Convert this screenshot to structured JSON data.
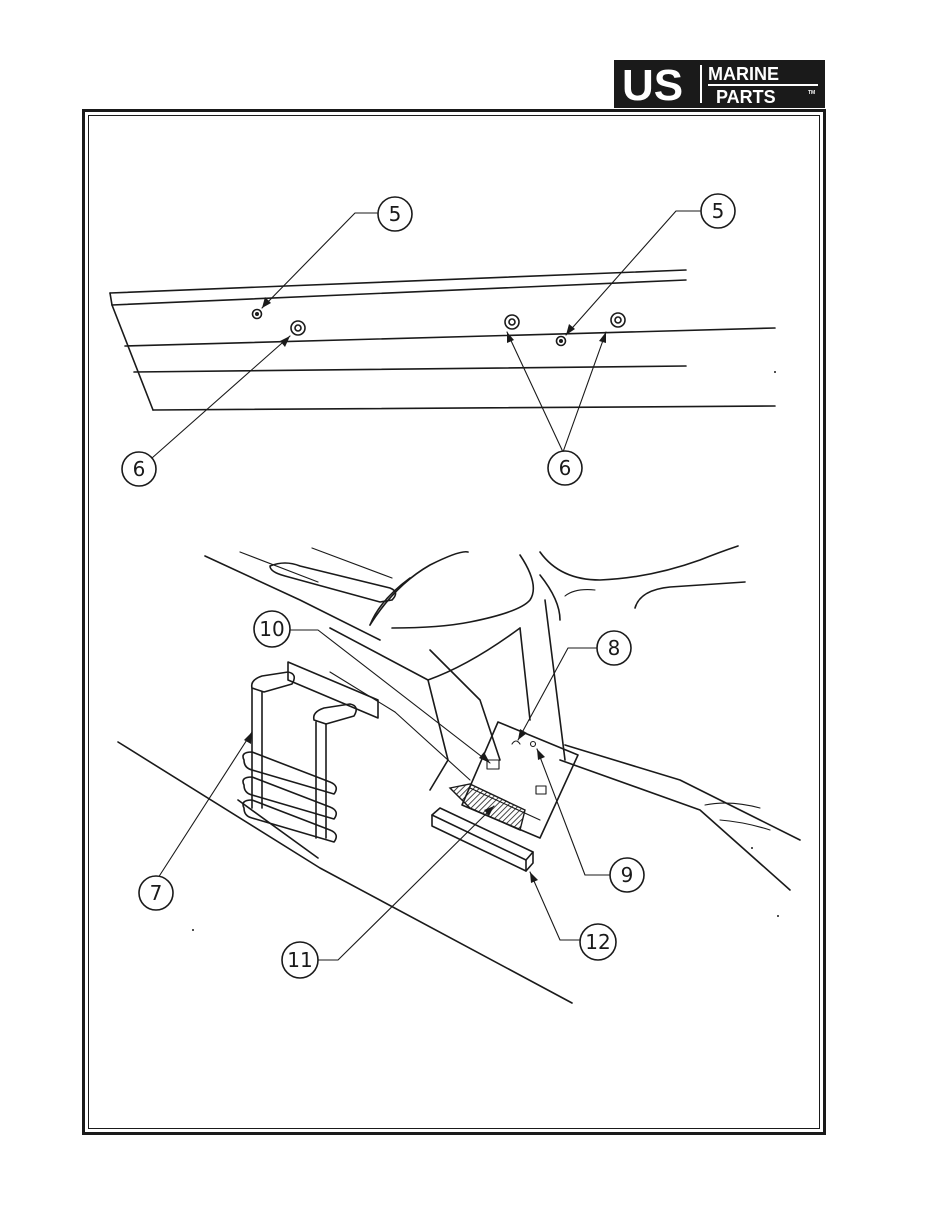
{
  "logo": {
    "mark": "US",
    "line1": "MARINE",
    "line2": "PARTS",
    "trademark": "TM"
  },
  "callouts": {
    "top_left_5": "5",
    "top_right_5": "5",
    "bottom_left_6": "6",
    "bottom_right_6": "6",
    "ladder_7": "7",
    "part_8": "8",
    "part_9": "9",
    "part_10": "10",
    "part_11": "11",
    "part_12": "12"
  }
}
